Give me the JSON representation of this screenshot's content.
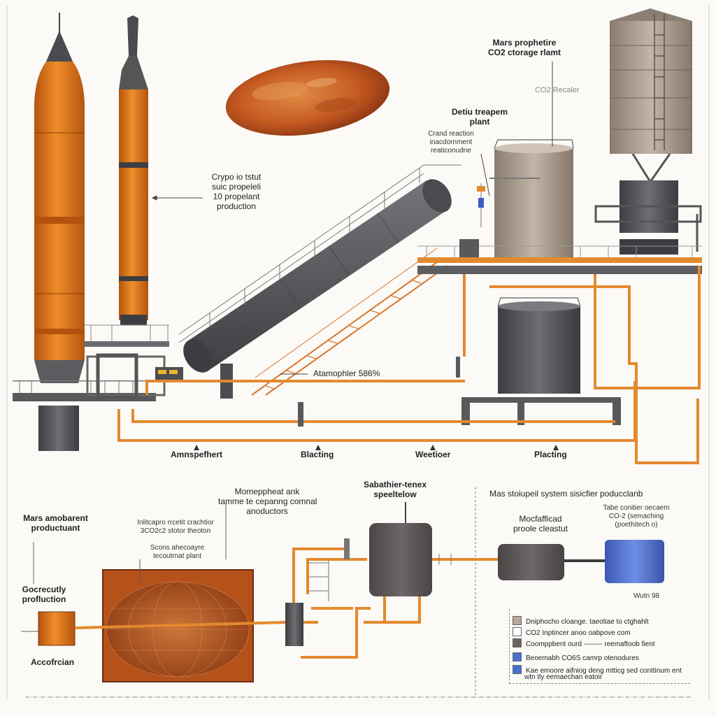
{
  "colors": {
    "rocket_orange": "#e07a1c",
    "steel_gray": "#58595b",
    "pipe_orange": "#e38a2e",
    "tank_tan": "#a4978b",
    "mars_red": "#c9541c",
    "blue_accent": "#4a6fd0"
  },
  "labels": {
    "storage_plant": [
      "Mars prophetire",
      "CO2 ctorage rlamt"
    ],
    "co2_recaler": "CO2 Recaler",
    "treatment_plant": [
      "Detiu treapem",
      "plant"
    ],
    "crand_reaction": [
      "Crand reaction",
      "inacdornment",
      "reaticonudne"
    ],
    "cryo_propellant": [
      "Crypo io tstut",
      "suic propeleli",
      "10 propelant",
      "production"
    ],
    "atmosphere": "Atamophler 586%",
    "bottom_a": "Amnspefhert",
    "bottom_b": "Blacting",
    "bottom_c": "Weetioer",
    "bottom_d": "Placting",
    "mars_ambient": [
      "Mars  amobarent",
      "productuant"
    ],
    "eco_production": [
      "Gocrecutly",
      "profluction"
    ],
    "accofrcian": "Accofrcian",
    "intercapro": [
      "Inlitcapro rrcetit crachtior",
      "3CO2c2 stotor theoton"
    ],
    "scons": [
      "Scons ahecoayre",
      "tecoutrnat plant"
    ],
    "monoppheat": [
      "Momeppheat ank",
      "tamme te cepanng comnal",
      "anoductors"
    ],
    "sabatier": [
      "Sabathier-tenex",
      "speeltelow"
    ],
    "system_title": "Mas stoiupeil system sisicfier poducclanb",
    "modified": [
      "Mocfafficad",
      "proole cleastut"
    ],
    "tabe_controller": [
      "Tabe conitier oecaem",
      "CO-2 (semaching",
      "(poethitech o)"
    ],
    "wutn": "Wutn 98"
  },
  "legend": [
    {
      "text": "Dniphocho cloange. taeotiae to ctghahlt",
      "color": "#b7a99c"
    },
    {
      "text": "CO2 Inptincer anoo oabpove com",
      "color": "#ffffff"
    },
    {
      "text": "Coomppbent ourd -------- reemaftoob fient",
      "color": "#6b6461"
    },
    {
      "text": "Beoemabh         CO6S camrp otenodures",
      "color": "#4a6fd0"
    },
    {
      "text": "Kae emoore aifniog deng mtticg sed conttinum ent",
      "color": "#4a6fd0"
    },
    {
      "text": "wtn tly eemaechan eatoir",
      "color": ""
    }
  ]
}
